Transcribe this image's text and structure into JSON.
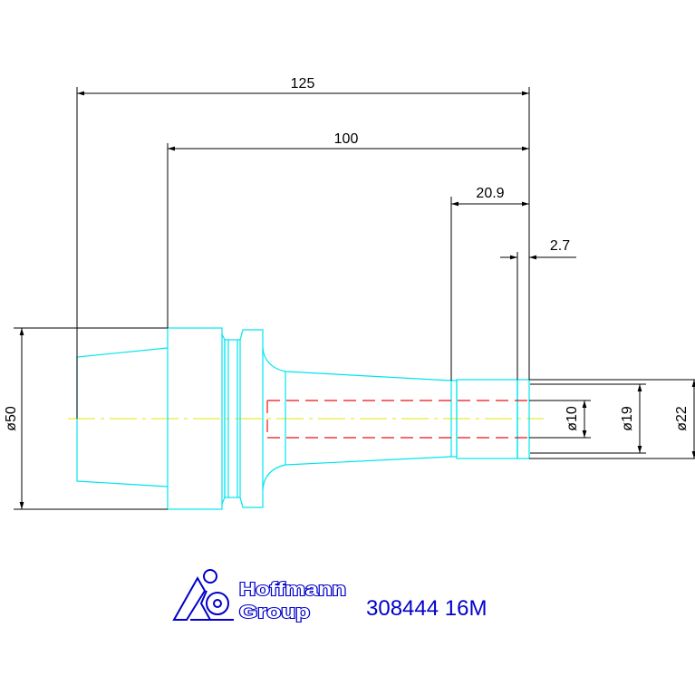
{
  "dimensions": {
    "length_total": "125",
    "length_body": "100",
    "length_tip": "20.9",
    "length_step": "2.7",
    "dia_shank": "ø50",
    "dia_bore": "ø10",
    "dia_tip_inner": "ø19",
    "dia_tip_outer": "ø22"
  },
  "logo": {
    "line1": "Hoffmann",
    "line2": "Group"
  },
  "part_number": "308444 16M",
  "colors": {
    "outline": "#00e5ee",
    "dimension": "#000000",
    "hidden": "#ee1111",
    "centerline": "#e6e600",
    "brand": "#0000cc"
  }
}
